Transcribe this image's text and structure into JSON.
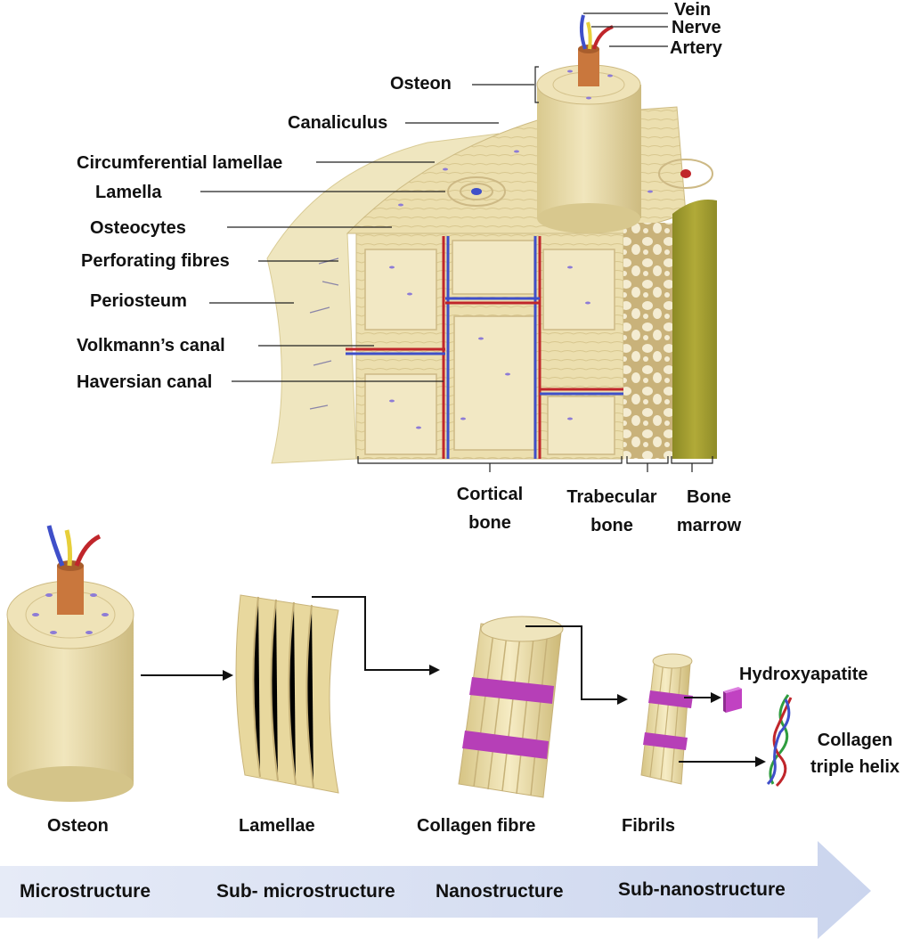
{
  "top_labels": {
    "vein": "Vein",
    "nerve": "Nerve",
    "artery": "Artery",
    "osteon": "Osteon",
    "canaliculus": "Canaliculus",
    "circumferential_lamellae": "Circumferential lamellae",
    "lamella": "Lamella",
    "osteocytes": "Osteocytes",
    "perforating_fibres": "Perforating fibres",
    "periosteum": "Periosteum",
    "volkmanns_canal": "Volkmann’s canal",
    "haversian_canal": "Haversian canal"
  },
  "regions": [
    {
      "line1": "Cortical",
      "line2": "bone"
    },
    {
      "line1": "Trabecular",
      "line2": "bone"
    },
    {
      "line1": "Bone",
      "line2": "marrow"
    }
  ],
  "hierarchy": [
    {
      "label": "Osteon"
    },
    {
      "label": "Lamellae"
    },
    {
      "label": "Collagen fibre"
    },
    {
      "label": "Fibrils"
    }
  ],
  "components": {
    "hydroxyapatite": "Hydroxyapatite",
    "collagen_line1": "Collagen",
    "collagen_line2": "triple helix"
  },
  "scale_arrow": {
    "levels": [
      "Microstructure",
      "Sub- microstructure",
      "Nanostructure",
      "Sub-nanostructure"
    ]
  },
  "colors": {
    "bone": "#e9dca8",
    "bone_dark": "#c9b47a",
    "periosteum": "#ece3b8",
    "vein": "#3f4fc9",
    "artery": "#c0262b",
    "nerve": "#e7cf3a",
    "canal": "#c9773d",
    "marrow": "#9e9a2c",
    "osteocyte": "#8d7bd6",
    "collagen_band": "#b63fb7",
    "arrow_fill": "#dde3f3"
  }
}
